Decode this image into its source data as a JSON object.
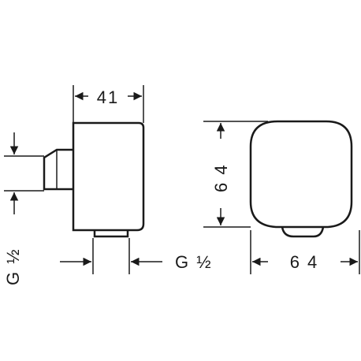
{
  "dimensions": {
    "width_side": "41",
    "height_front": "6 4",
    "width_front": "6 4",
    "thread_bottom": "G  ½",
    "thread_side": "G  ½"
  }
}
